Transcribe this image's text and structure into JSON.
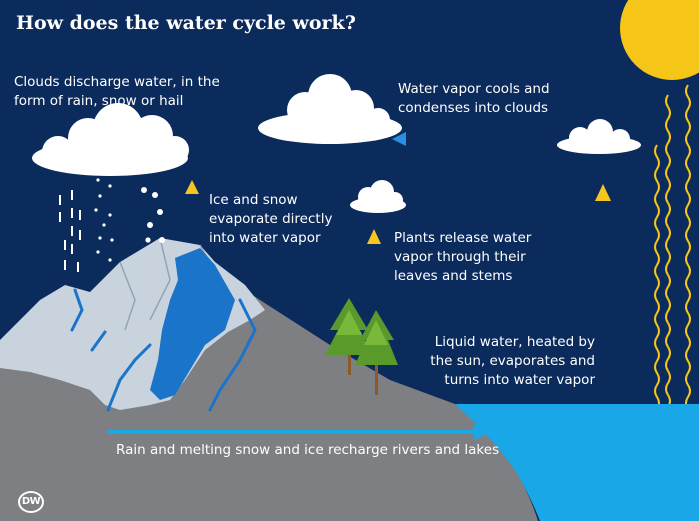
{
  "title": "How does the water cycle work?",
  "labels": {
    "clouds_discharge": [
      "Clouds discharge water, in the",
      "form of rain, snow or hail"
    ],
    "vapor_cools": [
      "Water vapor cools and",
      "condenses into clouds"
    ],
    "ice_snow": [
      "Ice and snow",
      "evaporate directly",
      "into water vapor"
    ],
    "plants": [
      "Plants release water",
      "vapor through their",
      "leaves and stems"
    ],
    "liquid_water": [
      "Liquid water, heated by",
      "the sun, evaporates and",
      "turns into water vapor"
    ],
    "recharge": "Rain and melting snow and ice recharge rivers and lakes"
  },
  "logo": "DW",
  "colors": {
    "background": "#0b2b5c",
    "sun": "#f5c518",
    "sea": "#1aa7e8",
    "ground": "#7d7f82",
    "mountain_snow": "#c9d3dd",
    "glacier": "#1a74c9",
    "tree": "#5a9a2a",
    "cloud": "#ffffff"
  }
}
